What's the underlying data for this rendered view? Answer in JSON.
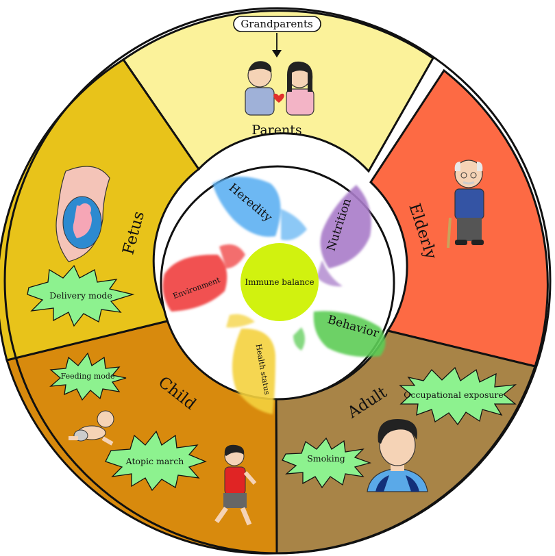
{
  "colors": {
    "parents": "#fbf29a",
    "elderly": "#fd6a44",
    "adult": "#a88447",
    "child": "#d88a0d",
    "fetus": "#e8c31a",
    "burst": "#8df28f",
    "hub": "#d1f20f",
    "heredity": "#5cb0f2",
    "nutrition": "#a87cc9",
    "behavior": "#5dcc55",
    "health": "#f4d23d",
    "environment": "#ef3f3f"
  },
  "center": {
    "label": "Immune balance"
  },
  "factors": {
    "heredity": "Heredity",
    "nutrition": "Nutrition",
    "behavior": "Behavior",
    "health_status": "Health status",
    "environment": "Environment"
  },
  "segments": {
    "parents": {
      "label": "Parents",
      "grandparents": "Grandparents"
    },
    "elderly": {
      "label": "Elderly"
    },
    "adult": {
      "label": "Adult",
      "bursts": [
        "Occupational exposure",
        "Smoking"
      ]
    },
    "child": {
      "label": "Child",
      "bursts": [
        "Feeding mode",
        "Atopic march"
      ]
    },
    "fetus": {
      "label": "Fetus",
      "bursts": [
        "Delivery mode"
      ]
    }
  }
}
